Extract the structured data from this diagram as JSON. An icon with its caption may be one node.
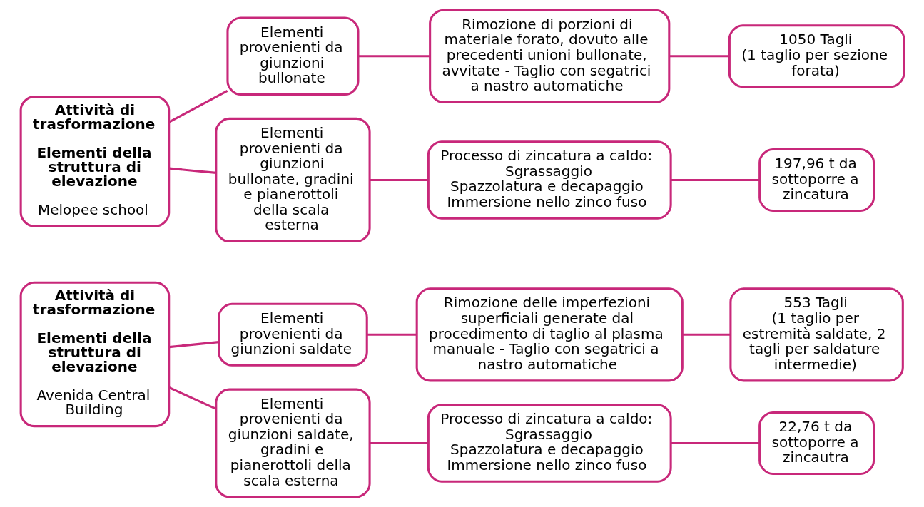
{
  "diagram": {
    "nodes": [
      {
        "text": [
          "Attività di trasformazione",
          "Elementi della struttura di elevazione",
          "Avenida Central Building"
        ]
      },
      {
        "text": [
          "Elementi provenienti da giunzioni saldate"
        ]
      },
      {
        "text": [
          "Rimozione delle imperfezioni superficiali generate dal procedimento di taglio al plasma manuale - Taglio con segatrici a nastro automatiche"
        ]
      },
      {
        "text": [
          "553 Tagli",
          "(1 taglio per estremità saldate, 2 tagli per saldature intermedie)"
        ]
      },
      {
        "text": [
          "Elementi provenienti da giunzioni saldate, gradini e pianerottoli della scala esterna"
        ]
      },
      {
        "text": [
          "Processo di zincatura a caldo:",
          "Sgrassaggio",
          "Spazzolatura e decapaggio",
          "Immersione nello zinco fuso"
        ]
      },
      {
        "text": [
          "22,76 t da sottoporre a zincautra"
        ]
      },
      {
        "text": [
          "Attività di trasformazione",
          "Elementi della struttura di elevazione",
          "Melopee school"
        ]
      },
      {
        "text": [
          "Elementi provenienti da giunzioni bullonate"
        ]
      },
      {
        "text": [
          "Rimozione di porzioni di materiale forato, dovuto alle precedenti unioni bullonate, avvitate - Taglio con segatrici a nastro automatiche"
        ]
      },
      {
        "text": [
          "1050 Tagli",
          "(1 taglio per sezione forata)"
        ]
      },
      {
        "text": [
          "Elementi provenienti da giunzioni bullonate, gradini e pianerottoli della scala esterna"
        ]
      },
      {
        "text": [
          "Processo di zincatura a caldo:",
          "Sgrassaggio",
          "Spazzolatura e decapaggio",
          "Immersione nello zinco fuso"
        ]
      },
      {
        "text": [
          "197,96 t da sottoporre a zincatura"
        ]
      }
    ],
    "edges": [
      {
        "from": 0,
        "to": 1,
        "arrow": "none"
      },
      {
        "from": 0,
        "to": 4,
        "arrow": "none"
      },
      {
        "from": 1,
        "to": 2,
        "arrow": "none"
      },
      {
        "from": 2,
        "to": 3,
        "arrow": "none"
      },
      {
        "from": 4,
        "to": 5,
        "arrow": "none"
      },
      {
        "from": 5,
        "to": 6,
        "arrow": "none"
      },
      {
        "from": 7,
        "to": 8,
        "arrow": "none"
      },
      {
        "from": 7,
        "to": 11,
        "arrow": "none"
      },
      {
        "from": 8,
        "to": 9,
        "arrow": "none"
      },
      {
        "from": 9,
        "to": 10,
        "arrow": "none"
      },
      {
        "from": 11,
        "to": 12,
        "arrow": "none"
      },
      {
        "from": 12,
        "to": 13,
        "arrow": "none"
      }
    ]
  }
}
